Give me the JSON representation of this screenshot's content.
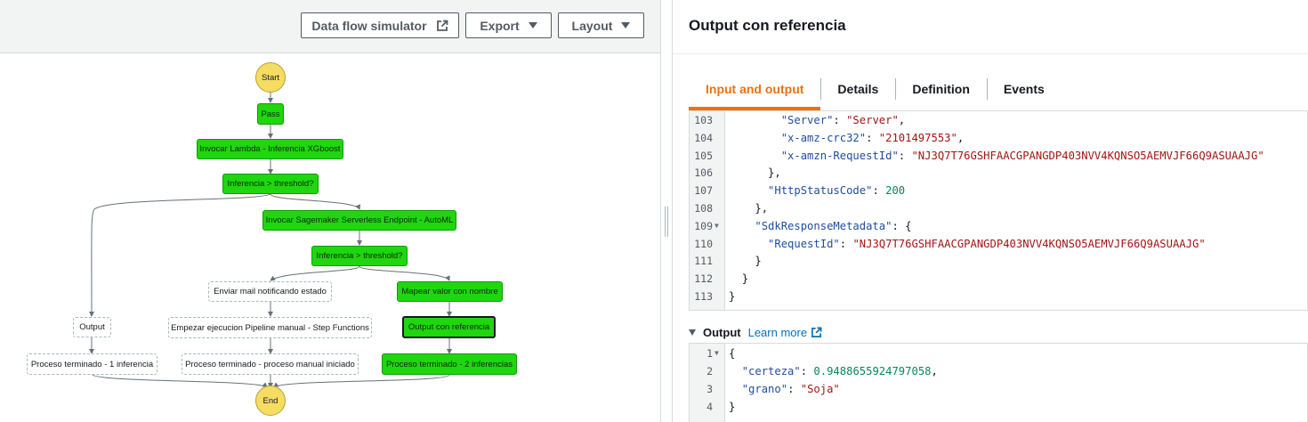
{
  "toolbar": {
    "simulator_label": "Data flow simulator",
    "export_label": "Export",
    "layout_label": "Layout"
  },
  "graph": {
    "start": "Start",
    "end": "End",
    "pass": "Pass",
    "lambda": "Invocar Lambda - Inferencia XGboost",
    "choice1": "Inferencia > threshold?",
    "sagemaker": "Invocar Sagemaker Serverless Endpoint - AutoML",
    "choice2": "Inferencia > threshold?",
    "mail": "Enviar mail notificando estado",
    "map_value": "Mapear valor con nombre",
    "output": "Output",
    "pipeline": "Empezar ejecucion Pipeline manual - Step Functions",
    "output_ref": "Output con referencia",
    "done1": "Proceso terminado - 1 inferencia",
    "done_manual": "Proceso terminado - proceso manual iniciado",
    "done2": "Proceso terminado - 2 inferencias"
  },
  "panel": {
    "title": "Output con referencia",
    "tabs": [
      {
        "label": "Input and output"
      },
      {
        "label": "Details"
      },
      {
        "label": "Definition"
      },
      {
        "label": "Events"
      }
    ]
  },
  "input_code": {
    "lines": [
      {
        "n": "103",
        "fold": "",
        "indent": "        ",
        "key": "\"Server\"",
        "sep": ": ",
        "val": "\"Server\"",
        "vtype": "s",
        "tail": ","
      },
      {
        "n": "104",
        "fold": "",
        "indent": "        ",
        "key": "\"x-amz-crc32\"",
        "sep": ": ",
        "val": "\"2101497553\"",
        "vtype": "s",
        "tail": ","
      },
      {
        "n": "105",
        "fold": "",
        "indent": "        ",
        "key": "\"x-amzn-RequestId\"",
        "sep": ": ",
        "val": "\"NJ3Q7T76GSHFAACGPANGDP403NVV4KQNSO5AEMVJF66Q9ASUAAJG\"",
        "vtype": "s",
        "tail": ""
      },
      {
        "n": "106",
        "fold": "",
        "indent": "      ",
        "key": "",
        "sep": "",
        "val": "",
        "vtype": "",
        "tail": "},"
      },
      {
        "n": "107",
        "fold": "",
        "indent": "      ",
        "key": "\"HttpStatusCode\"",
        "sep": ": ",
        "val": "200",
        "vtype": "n",
        "tail": ""
      },
      {
        "n": "108",
        "fold": "",
        "indent": "    ",
        "key": "",
        "sep": "",
        "val": "",
        "vtype": "",
        "tail": "},"
      },
      {
        "n": "109",
        "fold": "▼",
        "indent": "    ",
        "key": "\"SdkResponseMetadata\"",
        "sep": ": ",
        "val": "",
        "vtype": "",
        "tail": "{"
      },
      {
        "n": "110",
        "fold": "",
        "indent": "      ",
        "key": "\"RequestId\"",
        "sep": ": ",
        "val": "\"NJ3Q7T76GSHFAACGPANGDP403NVV4KQNSO5AEMVJF66Q9ASUAAJG\"",
        "vtype": "s",
        "tail": ""
      },
      {
        "n": "111",
        "fold": "",
        "indent": "    ",
        "key": "",
        "sep": "",
        "val": "",
        "vtype": "",
        "tail": "}"
      },
      {
        "n": "112",
        "fold": "",
        "indent": "  ",
        "key": "",
        "sep": "",
        "val": "",
        "vtype": "",
        "tail": "}"
      },
      {
        "n": "113",
        "fold": "",
        "indent": "",
        "key": "",
        "sep": "",
        "val": "",
        "vtype": "",
        "tail": "}"
      }
    ]
  },
  "output_section": {
    "label": "Output",
    "learn_more": "Learn more"
  },
  "output_code": {
    "lines": [
      {
        "n": "1",
        "fold": "▼",
        "indent": "",
        "key": "",
        "sep": "",
        "val": "",
        "vtype": "",
        "tail": "{"
      },
      {
        "n": "2",
        "fold": "",
        "indent": "  ",
        "key": "\"certeza\"",
        "sep": ": ",
        "val": "0.9488655924797058",
        "vtype": "n",
        "tail": ","
      },
      {
        "n": "3",
        "fold": "",
        "indent": "  ",
        "key": "\"grano\"",
        "sep": ": ",
        "val": "\"Soja\"",
        "vtype": "s",
        "tail": ""
      },
      {
        "n": "4",
        "fold": "",
        "indent": "",
        "key": "",
        "sep": "",
        "val": "",
        "vtype": "",
        "tail": "}"
      }
    ]
  },
  "colors": {
    "state_success": "#1fd60f",
    "terminal": "#f5dc62",
    "active_tab": "#ec7211",
    "link": "#0073bb"
  }
}
